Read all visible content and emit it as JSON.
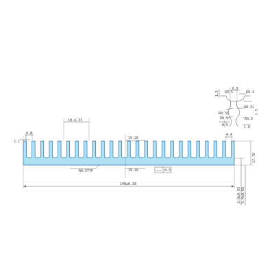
{
  "colors": {
    "profile_fill": "#aee1f2",
    "profile_stroke": "#2d6fb0",
    "dimension": "#5a5a5a",
    "background": "#ffffff"
  },
  "profile": {
    "fin_count": 25
  },
  "dimensions": {
    "left_thickness": "2.1",
    "left_fin_width": "4.8",
    "fin_pitch": "18-4.33",
    "mid_pitch_top": "19-26",
    "mid_pitch_bottom": "19-16",
    "root_radius": "R0.5TYP",
    "flatness": "0.3",
    "right_fin_width": "4.4",
    "right_height": "17.78",
    "overall_width": "140±0.38",
    "base_height_a": "2.8±0.05",
    "base_height_b": "5.4±0.05"
  },
  "detail": {
    "labels": [
      "0.5",
      "R0.5",
      "R0.3",
      "R0.31",
      "R0.31",
      "R0.5",
      "R0.3",
      "0.5",
      "1.6",
      "1.5",
      "1.5"
    ]
  }
}
